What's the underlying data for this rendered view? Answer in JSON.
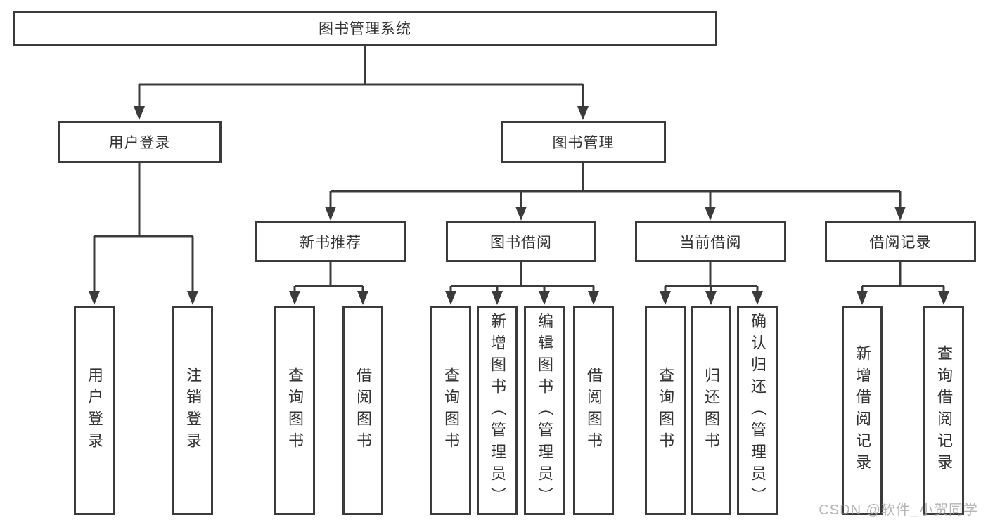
{
  "diagram": {
    "root": "图书管理系统",
    "user_login": {
      "label": "用户登录",
      "children": [
        "用户登录",
        "注销登录"
      ]
    },
    "book_management": {
      "label": "图书管理",
      "branches": [
        {
          "label": "新书推荐",
          "children": [
            "查询图书",
            "借阅图书"
          ]
        },
        {
          "label": "图书借阅",
          "children": [
            "查询图书",
            "新增图书（管理员）",
            "编辑图书（管理员）",
            "借阅图书"
          ]
        },
        {
          "label": "当前借阅",
          "children": [
            "查询图书",
            "归还图书",
            "确认归还（管理员）"
          ]
        },
        {
          "label": "借阅记录",
          "children": [
            "新增借阅记录",
            "查询借阅记录"
          ]
        }
      ]
    }
  },
  "watermark": "CSDN @软件_小贺同学",
  "colors": {
    "line": "#3b3b3b",
    "text": "#333333",
    "background": "#ffffff",
    "watermark": "#a8a8a8"
  }
}
